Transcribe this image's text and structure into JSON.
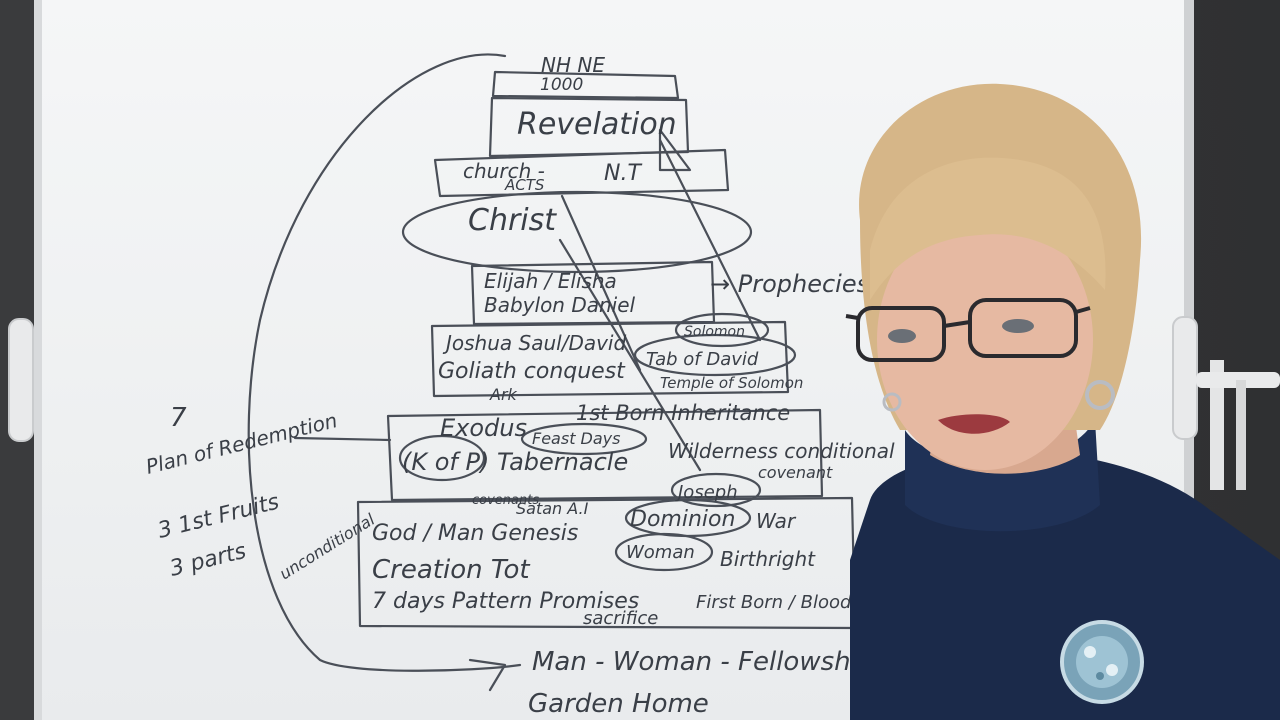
{
  "board": {
    "top_labels": [
      "NH NE",
      "1000"
    ],
    "tiers": [
      {
        "id": "revelation",
        "lines": [
          "Revelation"
        ]
      },
      {
        "id": "church",
        "lines": [
          "church -",
          "ACTS",
          "N.T"
        ]
      },
      {
        "id": "christ",
        "lines": [
          "Christ"
        ]
      },
      {
        "id": "elijah",
        "lines": [
          "Elijah / Elisha",
          "Babylon  Daniel"
        ]
      },
      {
        "id": "joshua",
        "lines": [
          "Joshua   Saul/David",
          "Goliath   conquest",
          "Ark"
        ]
      },
      {
        "id": "exodus",
        "lines": [
          "Exodus",
          "(K of P)   Tabernacle"
        ]
      },
      {
        "id": "genesis",
        "lines": [
          "God / Man   Genesis",
          "Creation   Tot",
          "7 days Pattern   Promises",
          "sacrifice"
        ]
      }
    ],
    "annotations": {
      "prophecies": "→ Prophecies",
      "solomon": "Solomon",
      "tab_of_david": "Tab of David",
      "temple_of_solomon": "Temple of Solomon",
      "first_born": "1st Born Inheritance",
      "feast_days": "Feast Days",
      "wilderness": "Wilderness conditional",
      "covenant": "covenant",
      "satan_ai": "Satan A.I",
      "covenants": "covenants",
      "joseph": "Joseph",
      "dominion": "Dominion",
      "war": "War",
      "woman": "Woman",
      "birthright": "Birthright",
      "firstborn_blood": "First Born / Blood",
      "unconditional": "unconditional"
    },
    "left_notes": [
      "7",
      "Plan of Redemption",
      "3  1st Fruits",
      "3 parts"
    ],
    "bottom_notes": [
      "Man - Woman - Fellowship",
      "Garden Home"
    ]
  },
  "colors": {
    "ink": "#3a3f47",
    "board": "#f2f3f4",
    "sweater": "#1b2a4a",
    "hair": "#d9b98a",
    "skin": "#e6b9a2",
    "brooch": "#8fb6c9"
  }
}
